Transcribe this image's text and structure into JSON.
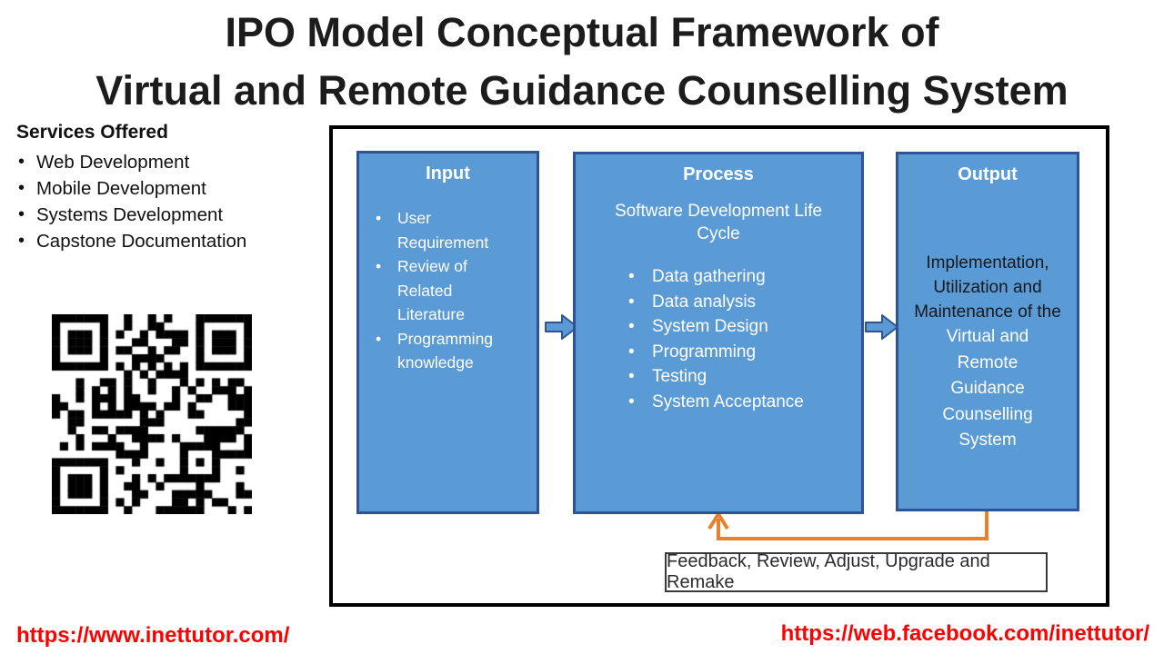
{
  "title": {
    "line1": "IPO Model Conceptual Framework of",
    "line2": "Virtual and Remote Guidance Counselling System"
  },
  "services": {
    "heading": "Services Offered",
    "items": [
      "Web Development",
      "Mobile Development",
      "Systems Development",
      "Capstone Documentation"
    ]
  },
  "diagram": {
    "input": {
      "title": "Input",
      "items": [
        "User Requirement",
        "Review of Related Literature",
        "Programming knowledge"
      ]
    },
    "process": {
      "title": "Process",
      "subtitle": "Software Development Life Cycle",
      "items": [
        "Data gathering",
        "Data analysis",
        "System Design",
        "Programming",
        "Testing",
        "System Acceptance"
      ]
    },
    "output": {
      "title": "Output",
      "text_dark": "Implementation, Utilization and Maintenance of the",
      "text_light": "Virtual and Remote Guidance Counselling System"
    },
    "feedback_label": "Feedback, Review, Adjust, Upgrade and Remake"
  },
  "footer": {
    "left_link": "https://www.inettutor.com/",
    "right_link": "https://web.facebook.com/inettutor/"
  },
  "colors": {
    "box_fill": "#5b9bd5",
    "box_border": "#2f5496",
    "frame_border": "#000000",
    "feedback_arrow_orange": "#e8802d",
    "link_red": "#ff0000",
    "title_text": "#1c1c1c"
  }
}
